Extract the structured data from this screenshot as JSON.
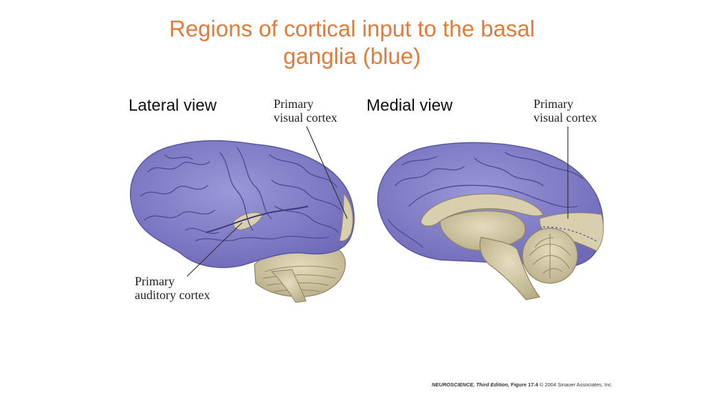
{
  "title": "Regions of cortical input to the basal ganglia (blue)",
  "views": {
    "lateral": "Lateral view",
    "medial": "Medial view"
  },
  "callouts": {
    "lateral_visual": [
      "Primary",
      "visual cortex"
    ],
    "medial_visual": [
      "Primary",
      "visual cortex"
    ],
    "auditory": [
      "Primary",
      "auditory cortex"
    ]
  },
  "credit": {
    "book": "NEUROSCIENCE, Third Edition,",
    "figure": "Figure 17.4",
    "copyright": "© 2004 Sinauer Associates, Inc."
  },
  "colors": {
    "title": "#e07b39",
    "cortex_input": "#8c88cf",
    "non_input": "#d9cfae"
  }
}
